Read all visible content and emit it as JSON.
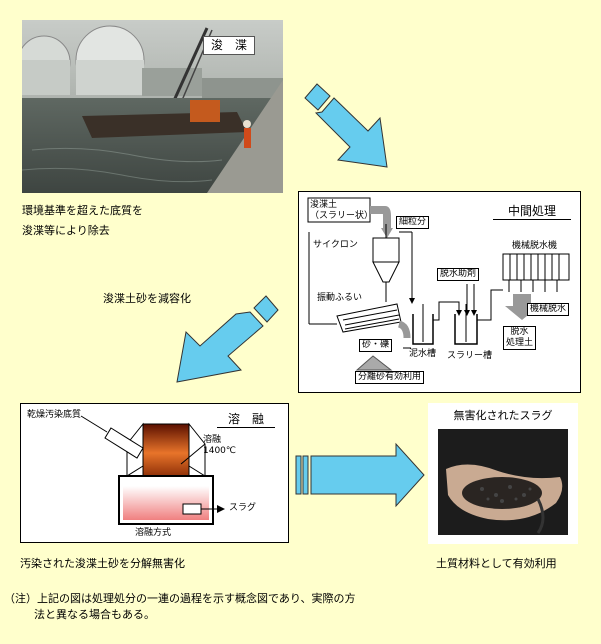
{
  "dredge_photo": {
    "label": "浚　渫"
  },
  "caption_dredge": [
    "環境基準を超えた底質を",
    "浚渫等により除去"
  ],
  "caption_reduce": "浚渫土砂を減容化",
  "process": {
    "title": "中間処理",
    "sludge_label": [
      "浚渫土",
      "（スラリー状）"
    ],
    "fine": "細粒分",
    "cyclone": "サイクロン",
    "screen": "振動ふるい",
    "sand": "砂・礫",
    "mud_tank": "泥水槽",
    "slurry_tank": "スラリー槽",
    "separated": "分離砂有効利用",
    "dewater_agent": "脱水助剤",
    "machine": "機械脱水機",
    "machine_dewater": "機械脱水",
    "dewatered_soil": [
      "脱水",
      "処理土"
    ]
  },
  "melting": {
    "title": "溶　融",
    "dried": "乾燥汚染底質",
    "melt": [
      "溶融",
      "1400℃"
    ],
    "slag": "スラグ",
    "method": "溶融方式"
  },
  "slag_photo": {
    "label": "無害化されたスラグ"
  },
  "caption_decompose": "汚染された浚渫土砂を分解無害化",
  "caption_reuse": "土質材料として有効利用",
  "note": [
    "（注）上記の図は処理処分の一連の過程を示す概念図であり、実際の方",
    "法と異なる場合もある。"
  ],
  "colors": {
    "arrow": "#66ccee",
    "background": "#ffffcc"
  }
}
